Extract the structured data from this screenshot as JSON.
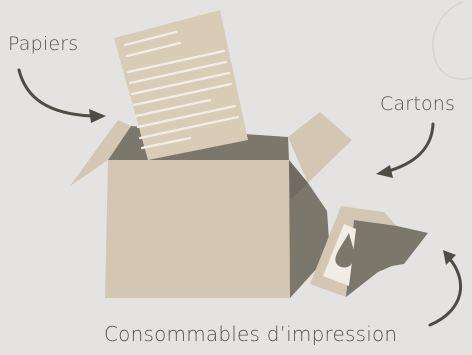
{
  "labels": {
    "papiers": "Papiers",
    "cartons": "Cartons",
    "consommables": "Consommables d’impression"
  },
  "colors": {
    "background": "#e4e3e1",
    "box_light": "#d3c7b4",
    "box_dark": "#7b776b",
    "paper": "#d9ccb7",
    "paper_lines": "#f2ede4",
    "arrow": "#4f4b45"
  },
  "icons": {
    "box": "cardboard-box-icon",
    "paper": "document-icon",
    "cartridge": "ink-cartridge-icon",
    "drop": "ink-drop-icon"
  }
}
